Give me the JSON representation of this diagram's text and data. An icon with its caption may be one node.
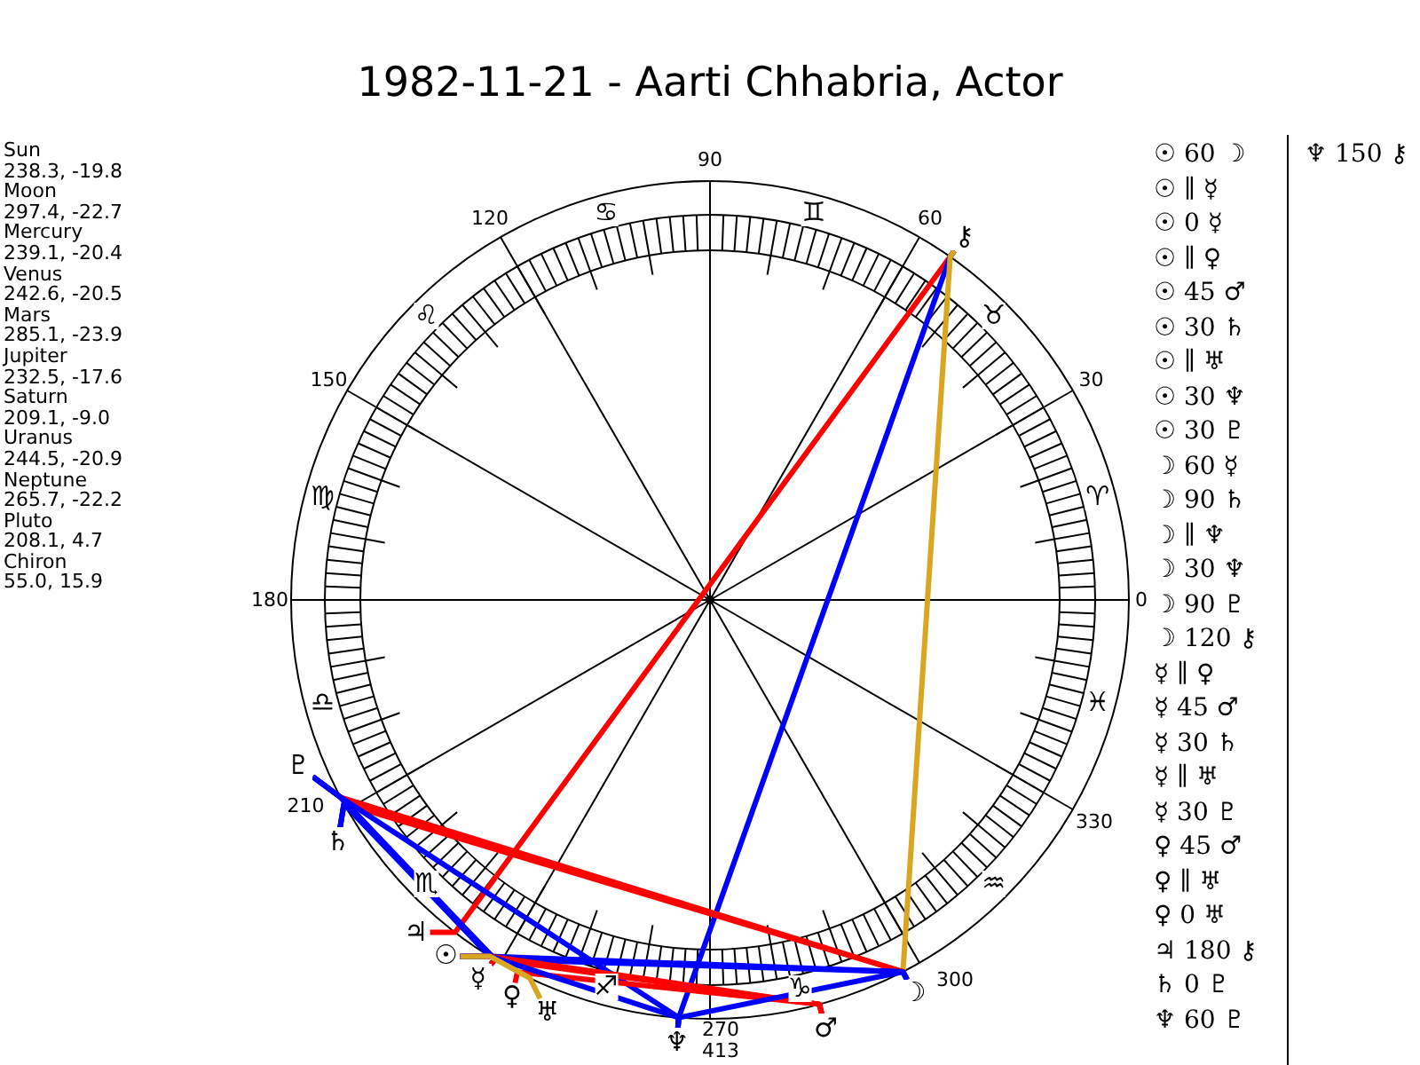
{
  "diagram": {
    "title": "1982-11-21 - Aarti Chhabria, Actor",
    "nodes": [
      {
        "text": [
          "☉"
        ]
      },
      {
        "text": [
          "☽"
        ]
      },
      {
        "text": [
          "☿"
        ]
      },
      {
        "text": [
          "♀"
        ]
      },
      {
        "text": [
          "♂"
        ]
      },
      {
        "text": [
          "♃"
        ]
      },
      {
        "text": [
          "♄"
        ]
      },
      {
        "text": [
          "♅"
        ]
      },
      {
        "text": [
          "♆"
        ]
      },
      {
        "text": [
          "♇"
        ]
      },
      {
        "text": [
          "⚷"
        ]
      }
    ],
    "edges": [
      {
        "from": 10,
        "to": 5,
        "arrow": "none",
        "color": "#ff0000"
      },
      {
        "from": 8,
        "to": 10,
        "arrow": "none"
      },
      {
        "from": 1,
        "to": 10,
        "arrow": "none",
        "color": "#daa520"
      },
      {
        "from": 1,
        "to": 6,
        "arrow": "none",
        "color": "#ff0000"
      },
      {
        "from": 1,
        "to": 9,
        "arrow": "none",
        "color": "#ff0000"
      },
      {
        "from": 0,
        "to": 6,
        "arrow": "none"
      },
      {
        "from": 0,
        "to": 9,
        "arrow": "none"
      },
      {
        "from": 2,
        "to": 6,
        "arrow": "none"
      },
      {
        "from": 2,
        "to": 9,
        "arrow": "none"
      },
      {
        "from": 8,
        "to": 9,
        "arrow": "none"
      },
      {
        "from": 0,
        "to": 1,
        "arrow": "none"
      },
      {
        "from": 1,
        "to": 2,
        "arrow": "none"
      },
      {
        "from": 0,
        "to": 4,
        "arrow": "none",
        "color": "#ff0000"
      },
      {
        "from": 2,
        "to": 4,
        "arrow": "none",
        "color": "#ff0000"
      },
      {
        "from": 3,
        "to": 4,
        "arrow": "none",
        "color": "#ff0000"
      },
      {
        "from": 0,
        "to": 8,
        "arrow": "none"
      },
      {
        "from": 1,
        "to": 8,
        "arrow": "none"
      },
      {
        "from": 0,
        "to": 7,
        "arrow": "none",
        "color": "#daa520"
      }
    ],
    "labels": [
      "Sun",
      "238.3, -19.8",
      "Moon",
      "297.4, -22.7",
      "Mercury",
      "239.1, -20.4",
      "Venus",
      "242.6, -20.5",
      "Mars",
      "285.1, -23.9",
      "Jupiter",
      "232.5, -17.6",
      "Saturn",
      "209.1, -9.0",
      "Uranus",
      "244.5, -20.9",
      "Neptune",
      "265.7, -22.2",
      "Pluto",
      "208.1, 4.7",
      "Chiron",
      "55.0, 15.9",
      "90",
      "120",
      "60",
      "150",
      "30",
      "180",
      "0",
      "210",
      "330",
      "300",
      "270",
      "413",
      "♋",
      "♊",
      "♌",
      "♉",
      "♍",
      "♈",
      "♎",
      "♓",
      "♏",
      "♒",
      "♐",
      "♑",
      "☉ 60 ☽",
      "☉ ∥ ☿",
      "☉ 0 ☿",
      "☉ ∥ ♀",
      "☉ 45 ♂",
      "☉ 30 ♄",
      "☉ ∥ ♅",
      "☉ 30 ♆",
      "☉ 30 ♇",
      "☽ 60 ☿",
      "☽ 90 ♄",
      "☽ ∥ ♆",
      "☽ 30 ♆",
      "☽ 90 ♇",
      "☽ 120 ⚷",
      "☿ ∥ ♀",
      "☿ 45 ♂",
      "☿ 30 ♄",
      "☿ ∥ ♅",
      "☿ 30 ♇",
      "♀ 45 ♂",
      "♀ ∥ ♅",
      "♀ 0 ♅",
      "♃ 180 ⚷",
      "♄ 0 ♇",
      "♆ 60 ♇",
      "♆ 150 ⚷"
    ]
  }
}
